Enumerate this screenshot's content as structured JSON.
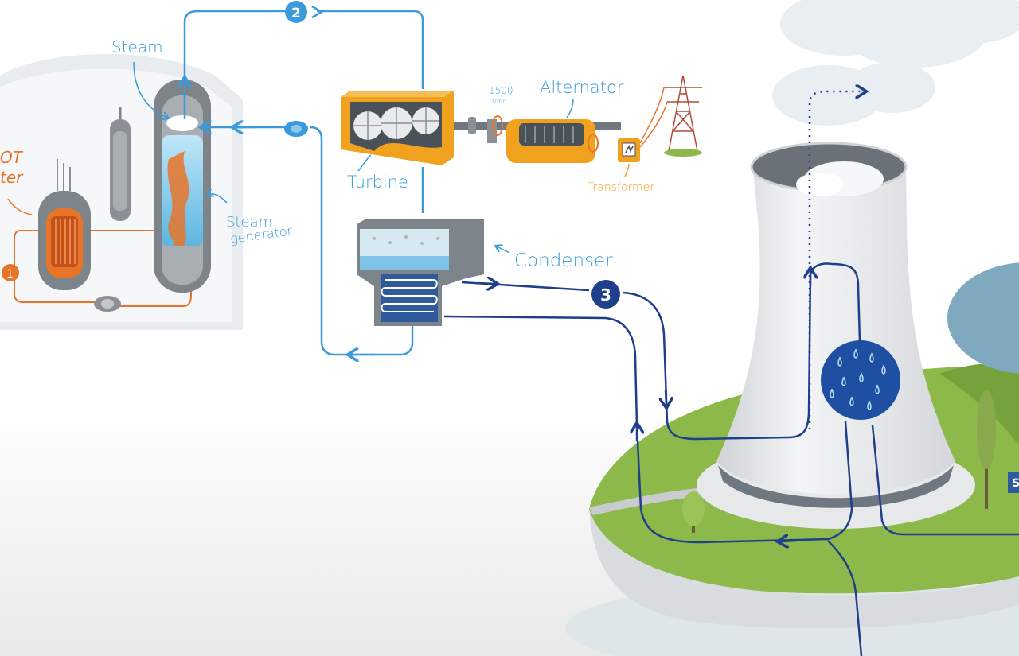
{
  "labels": {
    "steam": "Steam",
    "hot_water_line1": "OT",
    "hot_water_line2": "ter",
    "steam_generator_line1": "Steam",
    "steam_generator_line2": "generator",
    "turbine": "Turbine",
    "rpm_value": "1500",
    "rpm_unit": "t/mn",
    "alternator": "Alternator",
    "transformer": "Transformer",
    "condenser": "Condenser",
    "cooling_tower_sign": "S"
  },
  "circuits": [
    {
      "number": "1",
      "color": "#e8742a"
    },
    {
      "number": "2",
      "color": "#3b9ad9"
    },
    {
      "number": "3",
      "color": "#1f3f8c"
    }
  ],
  "colors": {
    "primary_loop": "#e8742a",
    "secondary_loop": "#3b9ad9",
    "cooling_loop": "#1f3f8c",
    "equipment_yellow": "#f0a21e",
    "grass": "#8db84a",
    "containment": "#e9ecee"
  }
}
